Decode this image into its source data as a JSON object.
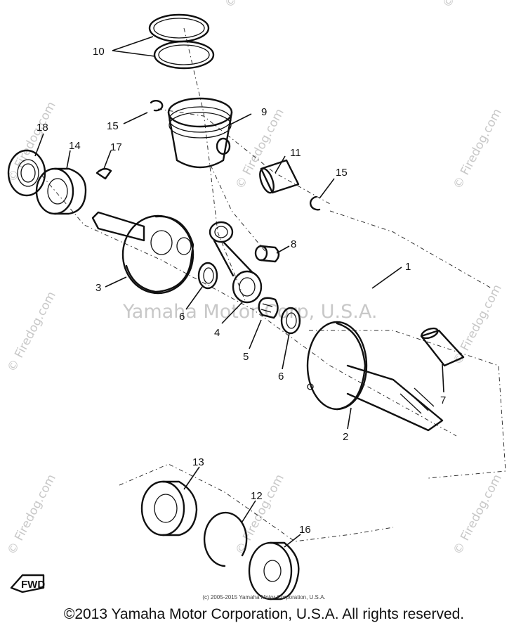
{
  "watermarks": {
    "center": "Yamaha Motor Corp, U.S.A.",
    "site": "© Firedog.com"
  },
  "callouts": {
    "c1": "1",
    "c2": "2",
    "c3": "3",
    "c4": "4",
    "c5": "5",
    "c6a": "6",
    "c6b": "6",
    "c7": "7",
    "c8": "8",
    "c9": "9",
    "c10": "10",
    "c11": "11",
    "c12": "12",
    "c13": "13",
    "c14": "14",
    "c15a": "15",
    "c15b": "15",
    "c16": "16",
    "c17": "17",
    "c18": "18"
  },
  "fwd_label": "FWD",
  "credit_small": "(c) 2005-2015 Yamaha Motor Corporation, U.S.A.",
  "copyright": "©2013 Yamaha Motor Corporation, U.S.A. All rights reserved.",
  "colors": {
    "ink": "#111111",
    "watermark": "#c8c8c8",
    "background": "#ffffff"
  }
}
